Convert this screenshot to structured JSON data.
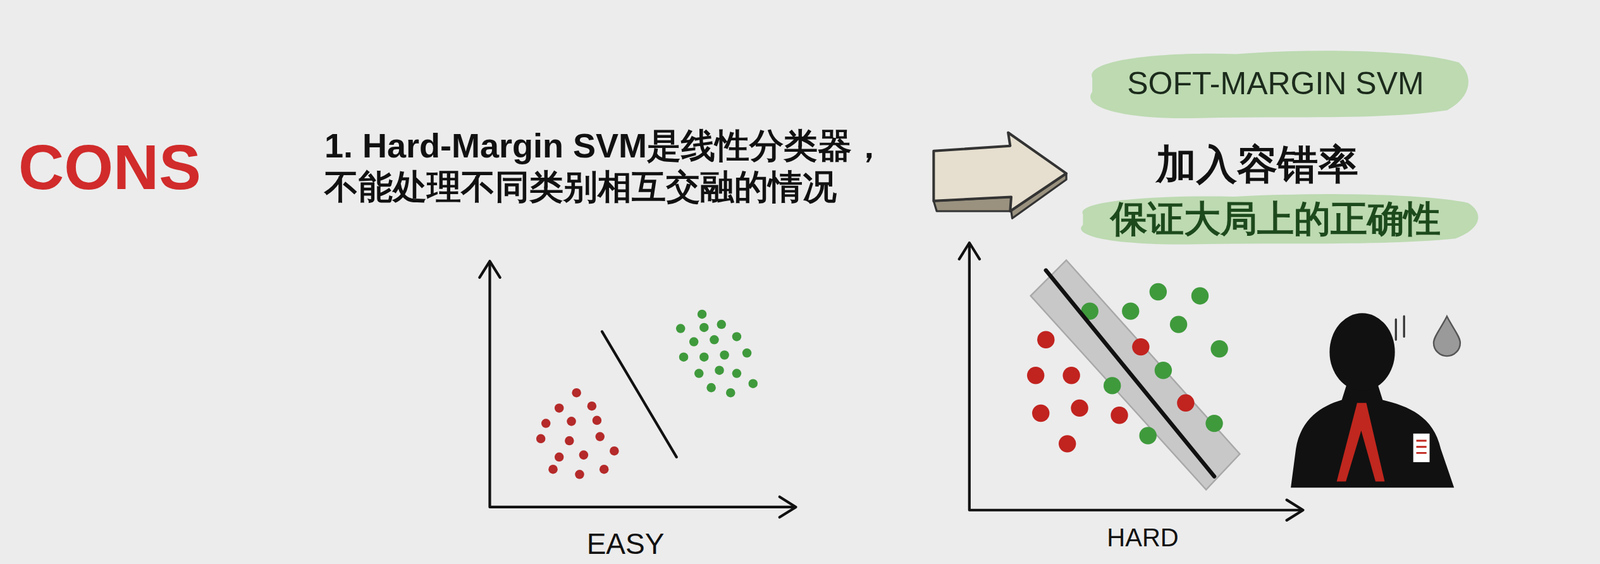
{
  "diagram": {
    "title": "CONS",
    "nodes": [
      {
        "text": [
          "SOFT-MARGIN SVM"
        ]
      },
      {
        "text": [
          "保证大局上的正确性"
        ]
      }
    ],
    "labels": [
      "1. Hard-Margin SVM是线性分类器， 不能处理不同类别相互交融的情况",
      "加入容错率",
      "EASY",
      "HARD"
    ]
  }
}
